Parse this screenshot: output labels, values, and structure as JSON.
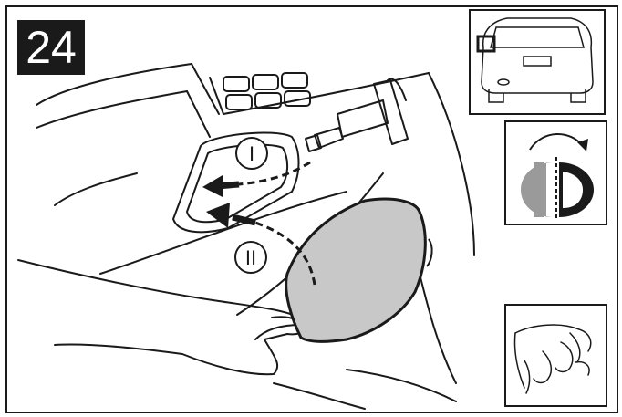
{
  "step": {
    "number": "24"
  },
  "arrows": [
    {
      "label": "I"
    },
    {
      "label": "II"
    }
  ],
  "colors": {
    "ink": "#1a1a1a",
    "cover_fill": "#c8c8c8",
    "background": "#ffffff"
  },
  "icons": [
    "car-rear-view-icon",
    "rotation-direction-icon",
    "hand-grip-icon"
  ]
}
